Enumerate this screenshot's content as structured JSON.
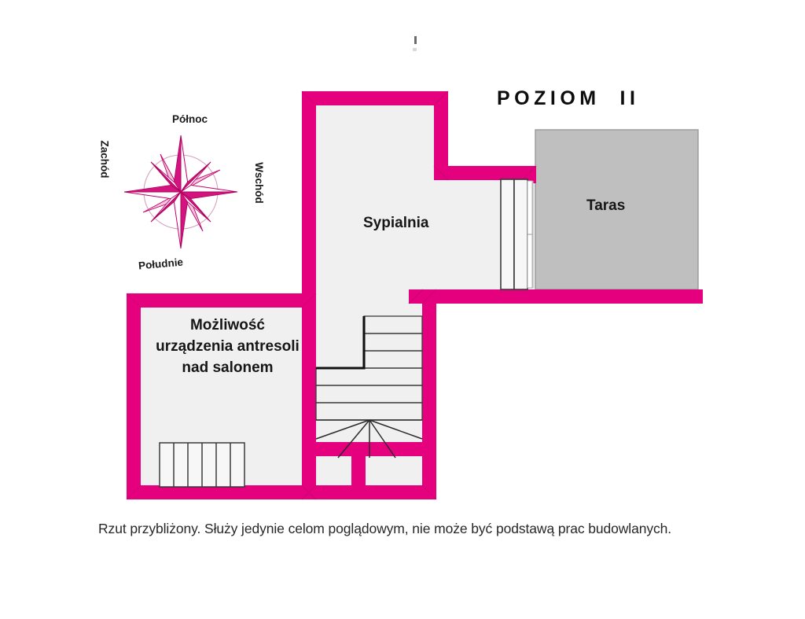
{
  "document": {
    "type": "floor-plan",
    "title": "POZIOM  II",
    "disclaimer": "Rzut przybliżony. Służy jedynie celom poglądowym, nie może być podstawą prac budowlanych."
  },
  "colors": {
    "wall": "#E5007E",
    "wall_shade": "#C9006D",
    "room_fill": "#F0F0F0",
    "terrace_fill": "#BFBFBF",
    "terrace_stroke": "#9A9A9A",
    "line": "#2B2B2B",
    "text": "#161616",
    "background": "#FFFFFF"
  },
  "rooms": [
    {
      "id": "sypialnia",
      "label": "Sypialnia",
      "fill": "#F0F0F0"
    },
    {
      "id": "taras",
      "label": "Taras",
      "fill": "#BFBFBF"
    },
    {
      "id": "antresola",
      "label": "Możliwość urządzenia antresoli nad salonem",
      "fill": "#F0F0F0"
    }
  ],
  "compass": {
    "name": "compass-rose",
    "north": "Północ",
    "south": "Południe",
    "west": "Zachód",
    "east": "Wschód"
  },
  "features": [
    {
      "name": "staircase",
      "kind": "stairs-with-winders",
      "straight_treads": 7,
      "winder_treads": 5
    },
    {
      "name": "stair-block-lower-left",
      "kind": "steps",
      "treads": 6
    },
    {
      "name": "sliding-door-to-terrace",
      "kind": "sliding-glass-door",
      "panels": 2
    }
  ]
}
